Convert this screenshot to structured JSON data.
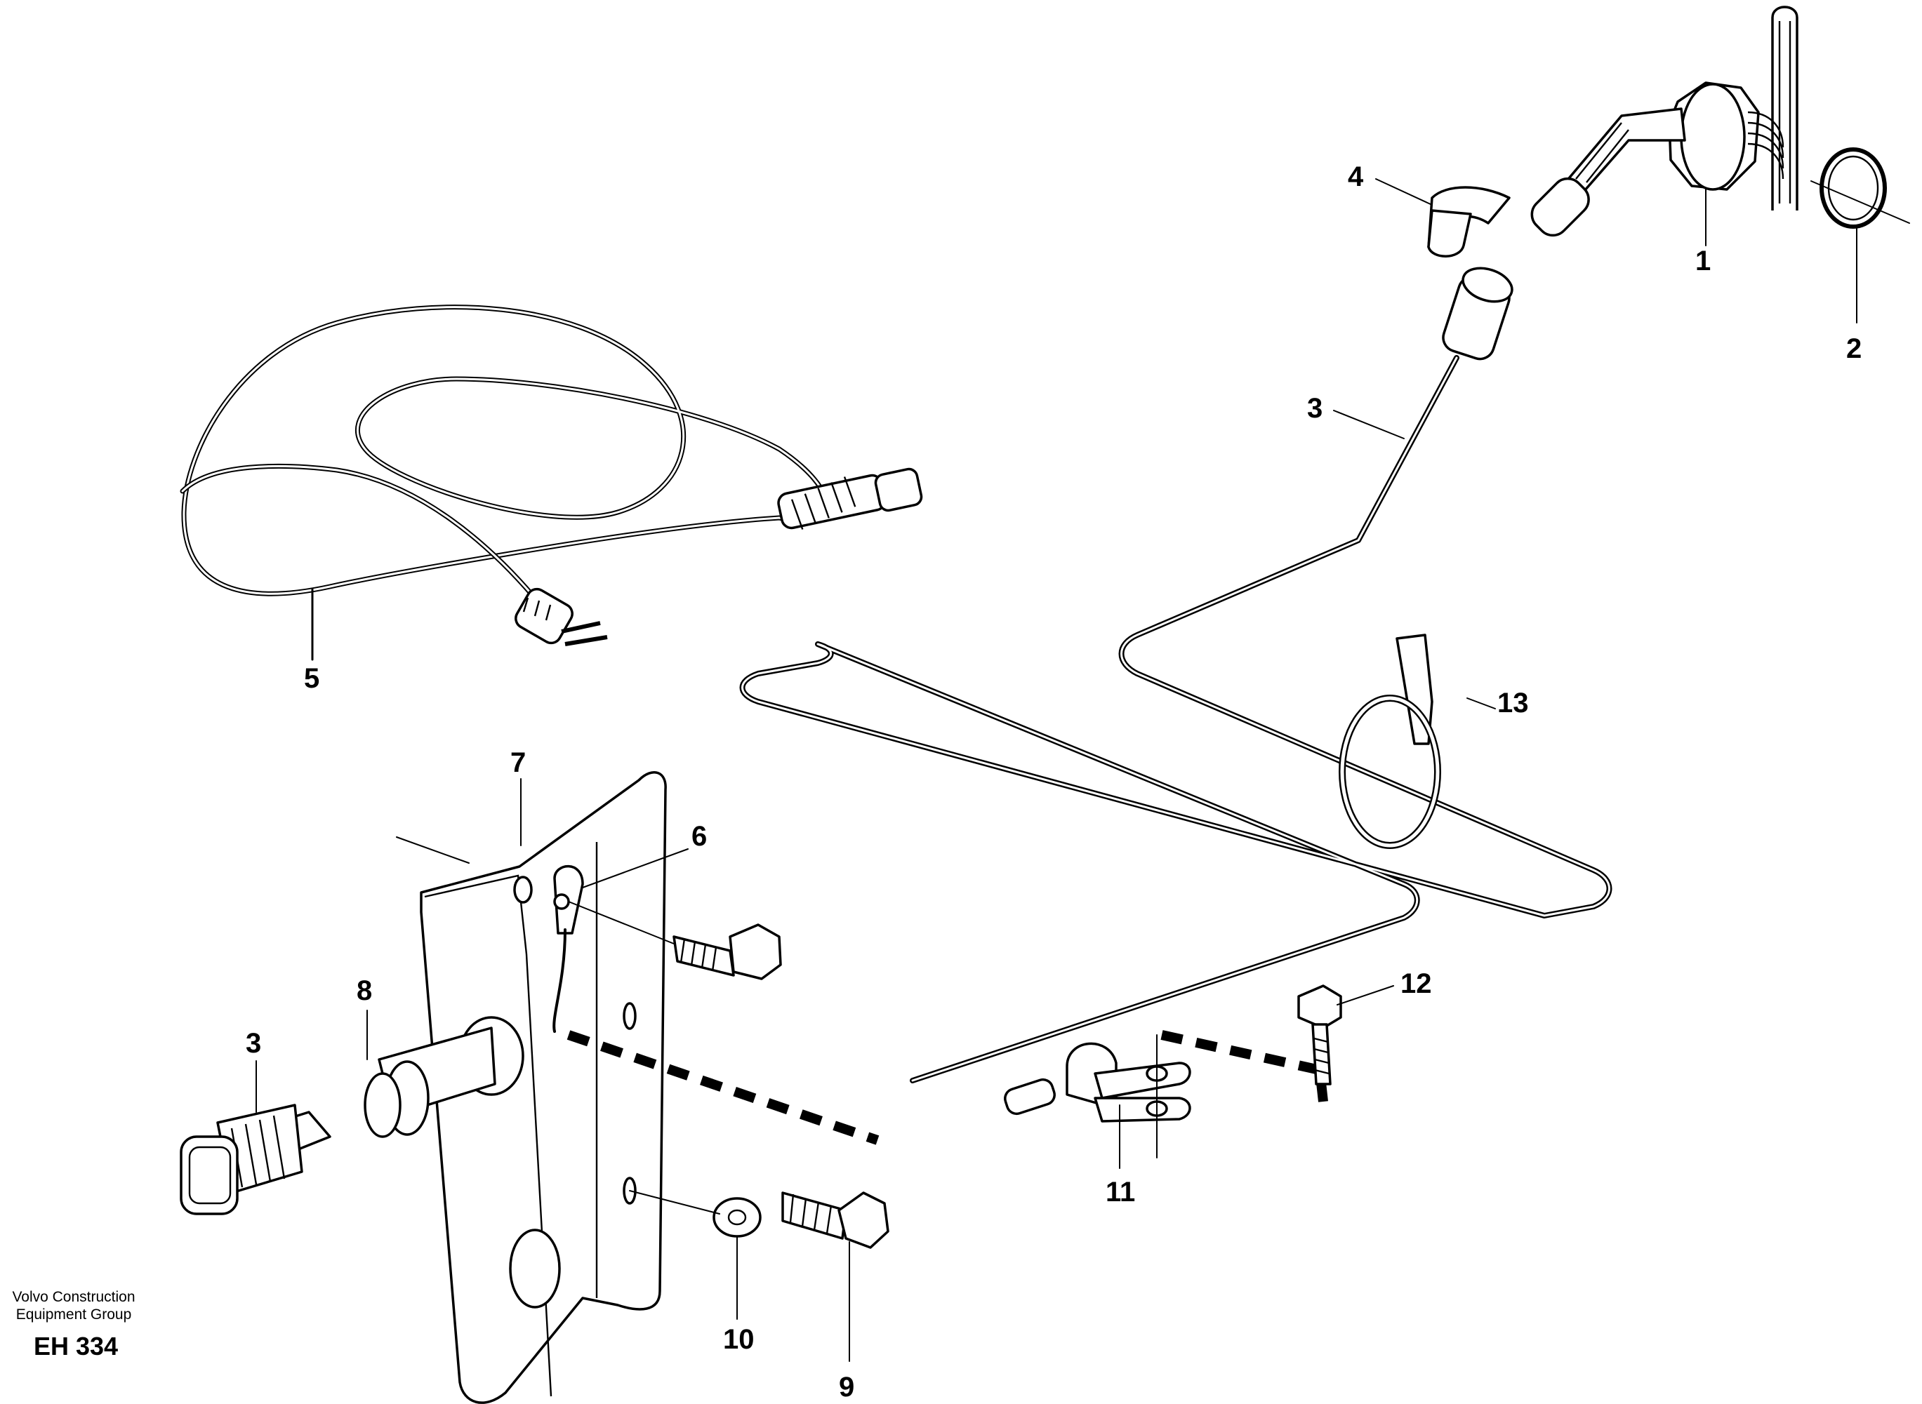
{
  "title": "",
  "footer": {
    "company_line1": "Volvo Construction",
    "company_line2": "Equipment Group",
    "code": "EH 334"
  },
  "callouts": [
    "1",
    "2",
    "3",
    "4",
    "5",
    "6",
    "7",
    "8",
    "3",
    "9",
    "10",
    "11",
    "12",
    "13"
  ]
}
